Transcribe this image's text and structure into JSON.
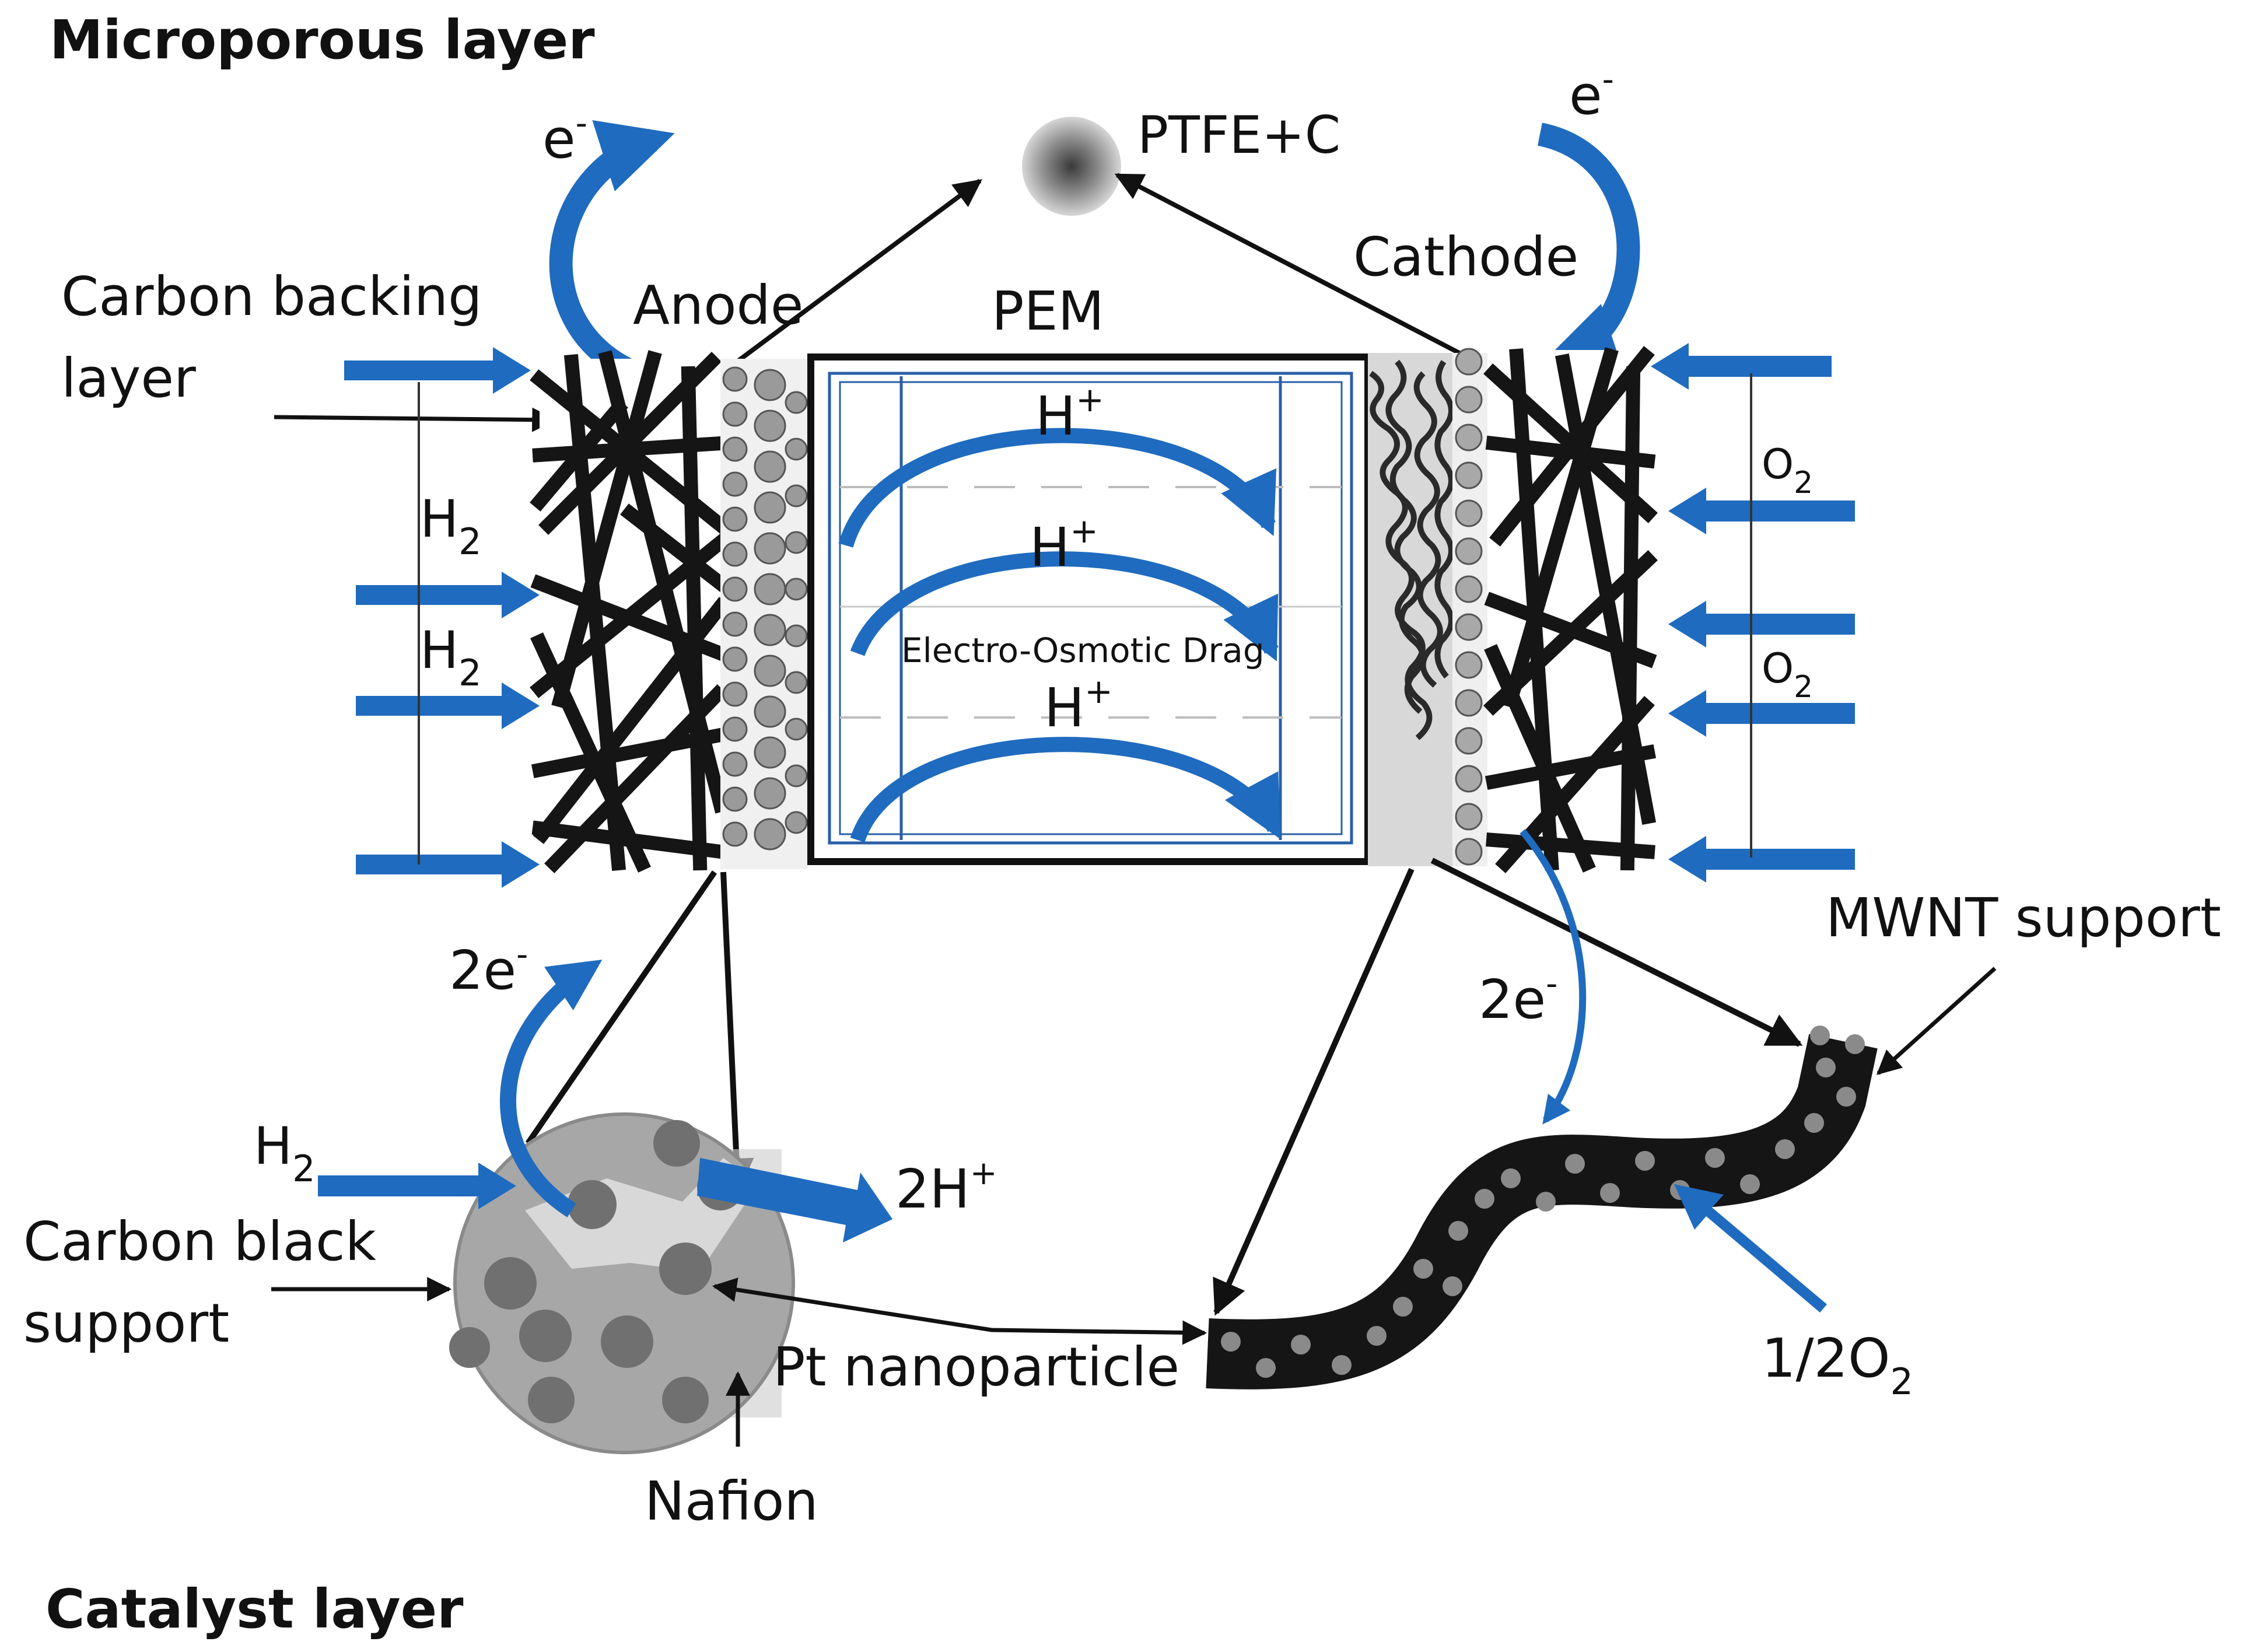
{
  "headers": {
    "top": "Microporous layer",
    "bottom": "Catalyst layer"
  },
  "labels": {
    "ptfe": "PTFE+C",
    "cathode": "Cathode",
    "anode": "Anode",
    "pem": "PEM",
    "carbon_backing": [
      "Carbon backing",
      "layer"
    ],
    "electro_osmotic": "Electro-Osmotic Drag",
    "mwnt": "MWNT support",
    "carbon_black": [
      "Carbon black",
      "support"
    ],
    "pt_nanoparticle": "Pt nanoparticle",
    "nafion": "Nafion"
  },
  "species": {
    "electron": "e",
    "electron_sup": "-",
    "two_electron": "2e",
    "h2": "H",
    "o2": "O",
    "sub2": "2",
    "proton": "H",
    "plus": "+",
    "two_proton": "2H",
    "half_o2": "1/2O"
  },
  "colors": {
    "arrow_blue": "#1f6bbf",
    "line_black": "#111111",
    "membrane_blue": "#2a5fa8",
    "fiber": "#151515",
    "particle_gray": "#8a8a8a"
  }
}
